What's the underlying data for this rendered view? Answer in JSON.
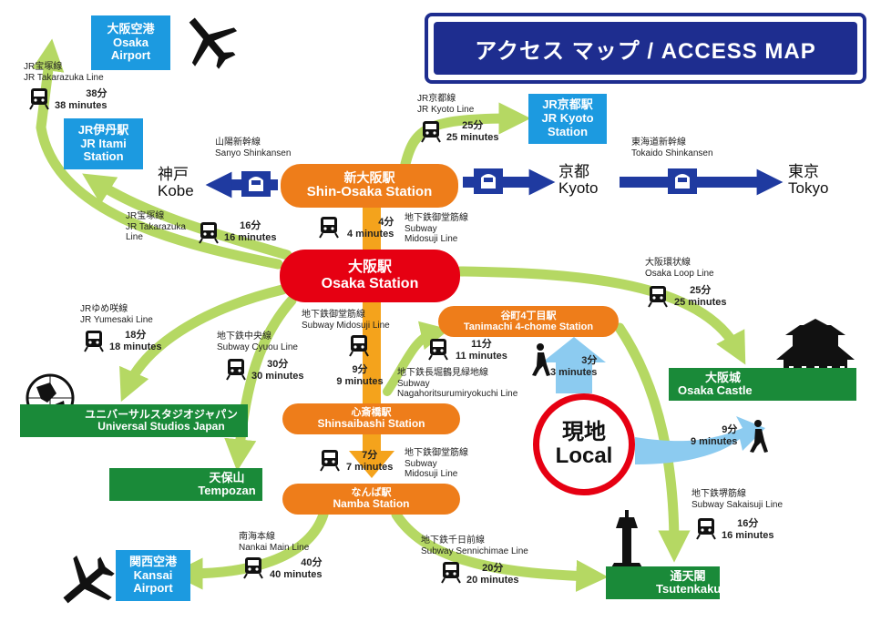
{
  "title": "アクセス マップ / ACCESS MAP",
  "stations": {
    "shin_osaka": {
      "jp": "新大阪駅",
      "en": "Shin-Osaka Station"
    },
    "osaka": {
      "jp": "大阪駅",
      "en": "Osaka Station"
    },
    "shinsaibashi": {
      "jp": "心斎橋駅",
      "en": "Shinsaibashi Station"
    },
    "namba": {
      "jp": "なんば駅",
      "en": "Namba Station"
    },
    "tanimachi": {
      "jp": "谷町4丁目駅",
      "en": "Tanimachi 4-chome Station"
    }
  },
  "destinations": {
    "osaka_airport": {
      "jp": "大阪空港",
      "en1": "Osaka",
      "en2": "Airport"
    },
    "jr_itami": {
      "jp": "JR伊丹駅",
      "en1": "JR Itami",
      "en2": "Station"
    },
    "jr_kyoto": {
      "jp": "JR京都駅",
      "en1": "JR Kyoto",
      "en2": "Station"
    },
    "kansai_airport": {
      "jp": "関西空港",
      "en1": "Kansai",
      "en2": "Airport"
    },
    "usj": {
      "jp": "ユニバーサルスタジオジャパン",
      "en": "Universal Studios Japan"
    },
    "tempozan": {
      "jp": "天保山",
      "en": "Tempozan"
    },
    "osaka_castle": {
      "jp": "大阪城",
      "en": "Osaka Castle"
    },
    "tsutenkaku": {
      "jp": "通天閣",
      "en": "Tsutenkaku"
    }
  },
  "cities": {
    "kobe": {
      "jp": "神戸",
      "en": "Kobe"
    },
    "kyoto": {
      "jp": "京都",
      "en": "Kyoto"
    },
    "tokyo": {
      "jp": "東京",
      "en": "Tokyo"
    }
  },
  "local": {
    "jp": "現地",
    "en": "Local"
  },
  "routes": {
    "airport": {
      "line_jp": "JR宝塚線",
      "line_en": "JR Takarazuka Line",
      "time_jp": "38分",
      "time_en": "38 minutes"
    },
    "kyoto": {
      "line_jp": "JR京都線",
      "line_en": "JR Kyoto Line",
      "time_jp": "25分",
      "time_en": "25 minutes"
    },
    "sanyo": {
      "line_jp": "山陽新幹線",
      "line_en": "Sanyo Shinkansen"
    },
    "tokaido": {
      "line_jp": "東海道新幹線",
      "line_en": "Tokaido Shinkansen"
    },
    "itami": {
      "line_jp": "JR宝塚線",
      "line_en1": "JR Takarazuka",
      "line_en2": "Line",
      "time_jp": "16分",
      "time_en": "16 minutes"
    },
    "shin_to_osaka": {
      "line_jp": "地下鉄御堂筋線",
      "line_en1": "Subway",
      "line_en2": "Midosuji Line",
      "time_jp": "4分",
      "time_en": "4 minutes"
    },
    "loop": {
      "line_jp": "大阪環状線",
      "line_en": "Osaka Loop Line",
      "time_jp": "25分",
      "time_en": "25 minutes"
    },
    "yumesaki": {
      "line_jp": "JRゆめ咲線",
      "line_en": "JR Yumesaki Line",
      "time_jp": "18分",
      "time_en": "18 minutes"
    },
    "chuo": {
      "line_jp": "地下鉄中央線",
      "line_en": "Subway Cyuou Line",
      "time_jp": "30分",
      "time_en": "30 minutes"
    },
    "osaka_to_shinsaibashi": {
      "line_jp": "地下鉄御堂筋線",
      "line_en": "Subway Midosuji Line",
      "time_jp": "9分",
      "time_en": "9 minutes"
    },
    "nagahori": {
      "line_jp": "地下鉄長堀鶴見緑地線",
      "line_en1": "Subway",
      "line_en2": "Nagahoritsurumiryokuchi Line",
      "time_jp": "11分",
      "time_en": "11 minutes"
    },
    "walk_tanimachi": {
      "time_jp": "3分",
      "time_en": "3 minutes"
    },
    "walk_castle": {
      "time_jp": "9分",
      "time_en": "9 minutes"
    },
    "shinsaibashi_to_namba": {
      "line_jp": "地下鉄御堂筋線",
      "line_en1": "Subway",
      "line_en2": "Midosuji Line",
      "time_jp": "7分",
      "time_en": "7 minutes"
    },
    "sakaisuji": {
      "line_jp": "地下鉄堺筋線",
      "line_en": "Subway Sakaisuji Line",
      "time_jp": "16分",
      "time_en": "16 minutes"
    },
    "nankai": {
      "line_jp": "南海本線",
      "line_en": "Nankai Main Line",
      "time_jp": "40分",
      "time_en": "40 minutes"
    },
    "sennichimae": {
      "line_jp": "地下鉄千日前線",
      "line_en": "Subway Sennichimae Line",
      "time_jp": "20分",
      "time_en": "20 minutes"
    }
  },
  "colors": {
    "route_green": "#b5d863",
    "station_orange": "#ee7d1a",
    "station_red": "#e60012",
    "shinkansen_blue": "#1f3aa0",
    "walk_blue": "#8ccbf0",
    "dest_blue": "#1c9ae0",
    "dest_green": "#1a8a39",
    "title_navy": "#1e2d8f"
  },
  "icons": [
    "airplane-icon",
    "train-icon",
    "shinkansen-icon",
    "walking-person-icon",
    "globe-icon",
    "castle-icon",
    "tower-icon",
    "building-icon"
  ]
}
